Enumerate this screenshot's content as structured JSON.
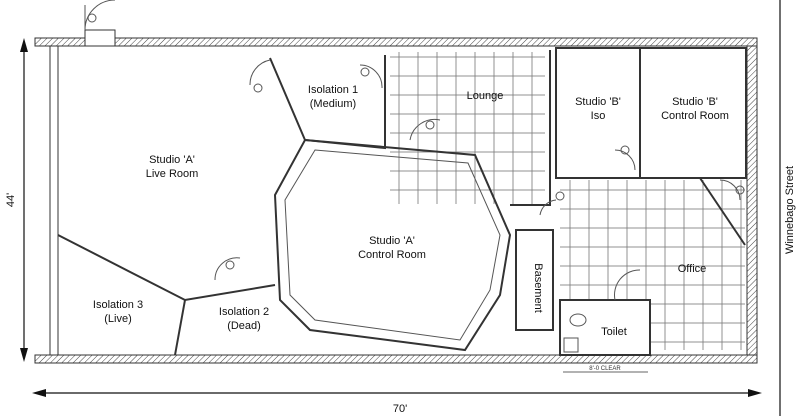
{
  "dimensions": {
    "width": "70'",
    "height": "44'",
    "clearance": "8'-0 CLEAR"
  },
  "street": "Winnebago Street",
  "rooms": {
    "live_room": [
      "Studio 'A'",
      "Live Room"
    ],
    "iso1": [
      "Isolation 1",
      "(Medium)"
    ],
    "lounge": [
      "Lounge"
    ],
    "b_iso": [
      "Studio 'B'",
      "Iso"
    ],
    "b_control": [
      "Studio 'B'",
      "Control Room"
    ],
    "a_control": [
      "Studio 'A'",
      "Control Room"
    ],
    "basement": [
      "Basement"
    ],
    "office": [
      "Office"
    ],
    "toilet": [
      "Toilet"
    ],
    "iso3": [
      "Isolation 3",
      "(Live)"
    ],
    "iso2": [
      "Isolation 2",
      "(Dead)"
    ]
  }
}
